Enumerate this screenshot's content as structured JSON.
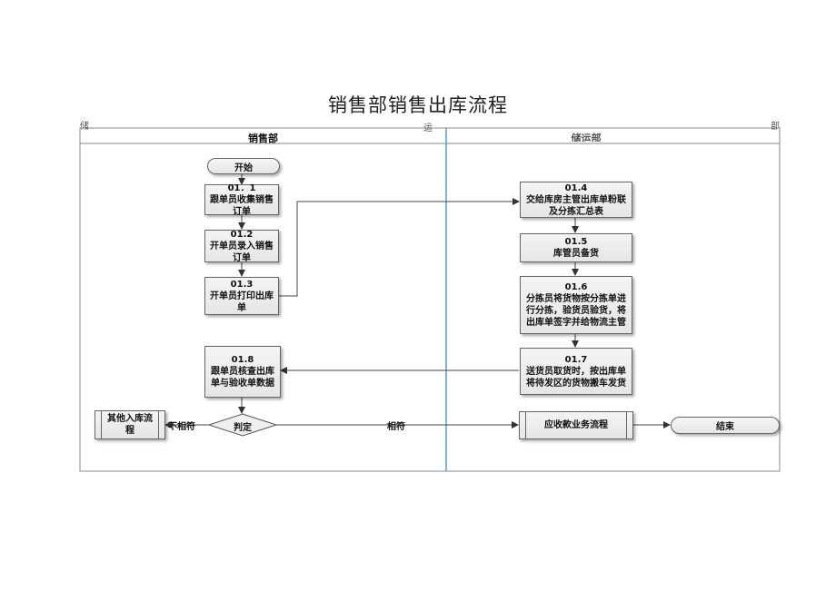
{
  "title": "销售部销售出库流程",
  "header_chars": {
    "left": "储",
    "middle": "运",
    "right": "部"
  },
  "lanes": {
    "left": "销售部",
    "right": "储运部"
  },
  "nodes": {
    "start": "开始",
    "s01_1": {
      "num": "01．1",
      "text": "跟单员收集销售订单"
    },
    "s01_2": {
      "num": "01.2",
      "text": "开单员录入销售订单"
    },
    "s01_3": {
      "num": "01.3",
      "text": "开单员打印出库单"
    },
    "s01_4": {
      "num": "01.4",
      "text": "交给库房主管出库单粉联及分拣汇总表"
    },
    "s01_5": {
      "num": "01.5",
      "text": "库管员备货"
    },
    "s01_6": {
      "num": "01.6",
      "text": "分拣员将货物按分拣单进行分拣，验货员验货，将出库单签字并给物流主管"
    },
    "s01_7": {
      "num": "01.7",
      "text": "送货员取货时，按出库单将待发区的货物搬车发货"
    },
    "s01_8": {
      "num": "01.8",
      "text": "跟单员核查出库单与验收单数据"
    },
    "decision": "判定",
    "other": "其他入库流程",
    "receivable": "应收款业务流程",
    "end": "结束"
  },
  "edge_labels": {
    "no_match": "不相符",
    "match": "相符"
  },
  "colors": {
    "lane_divider": "#5a9bd5",
    "border": "#888888",
    "line": "#444444"
  }
}
